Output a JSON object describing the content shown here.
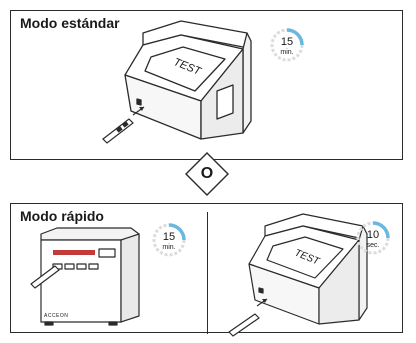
{
  "standard": {
    "title": "Modo estándar",
    "device_label": "TEST",
    "timer": {
      "value": "15",
      "unit": "min.",
      "progress": 0.25
    }
  },
  "separator": {
    "label": "O"
  },
  "fast": {
    "title": "Modo rápido",
    "left": {
      "timer": {
        "value": "15",
        "unit": "min.",
        "progress": 0.25
      },
      "brand": "ACCEON"
    },
    "right": {
      "device_label": "TEST",
      "timer": {
        "value": "10",
        "unit": "sec.",
        "progress": 0.25
      }
    }
  },
  "colors": {
    "timer_progress": "#6ab7e0",
    "timer_track": "#dcdcdc",
    "outline": "#2b2b2b"
  }
}
